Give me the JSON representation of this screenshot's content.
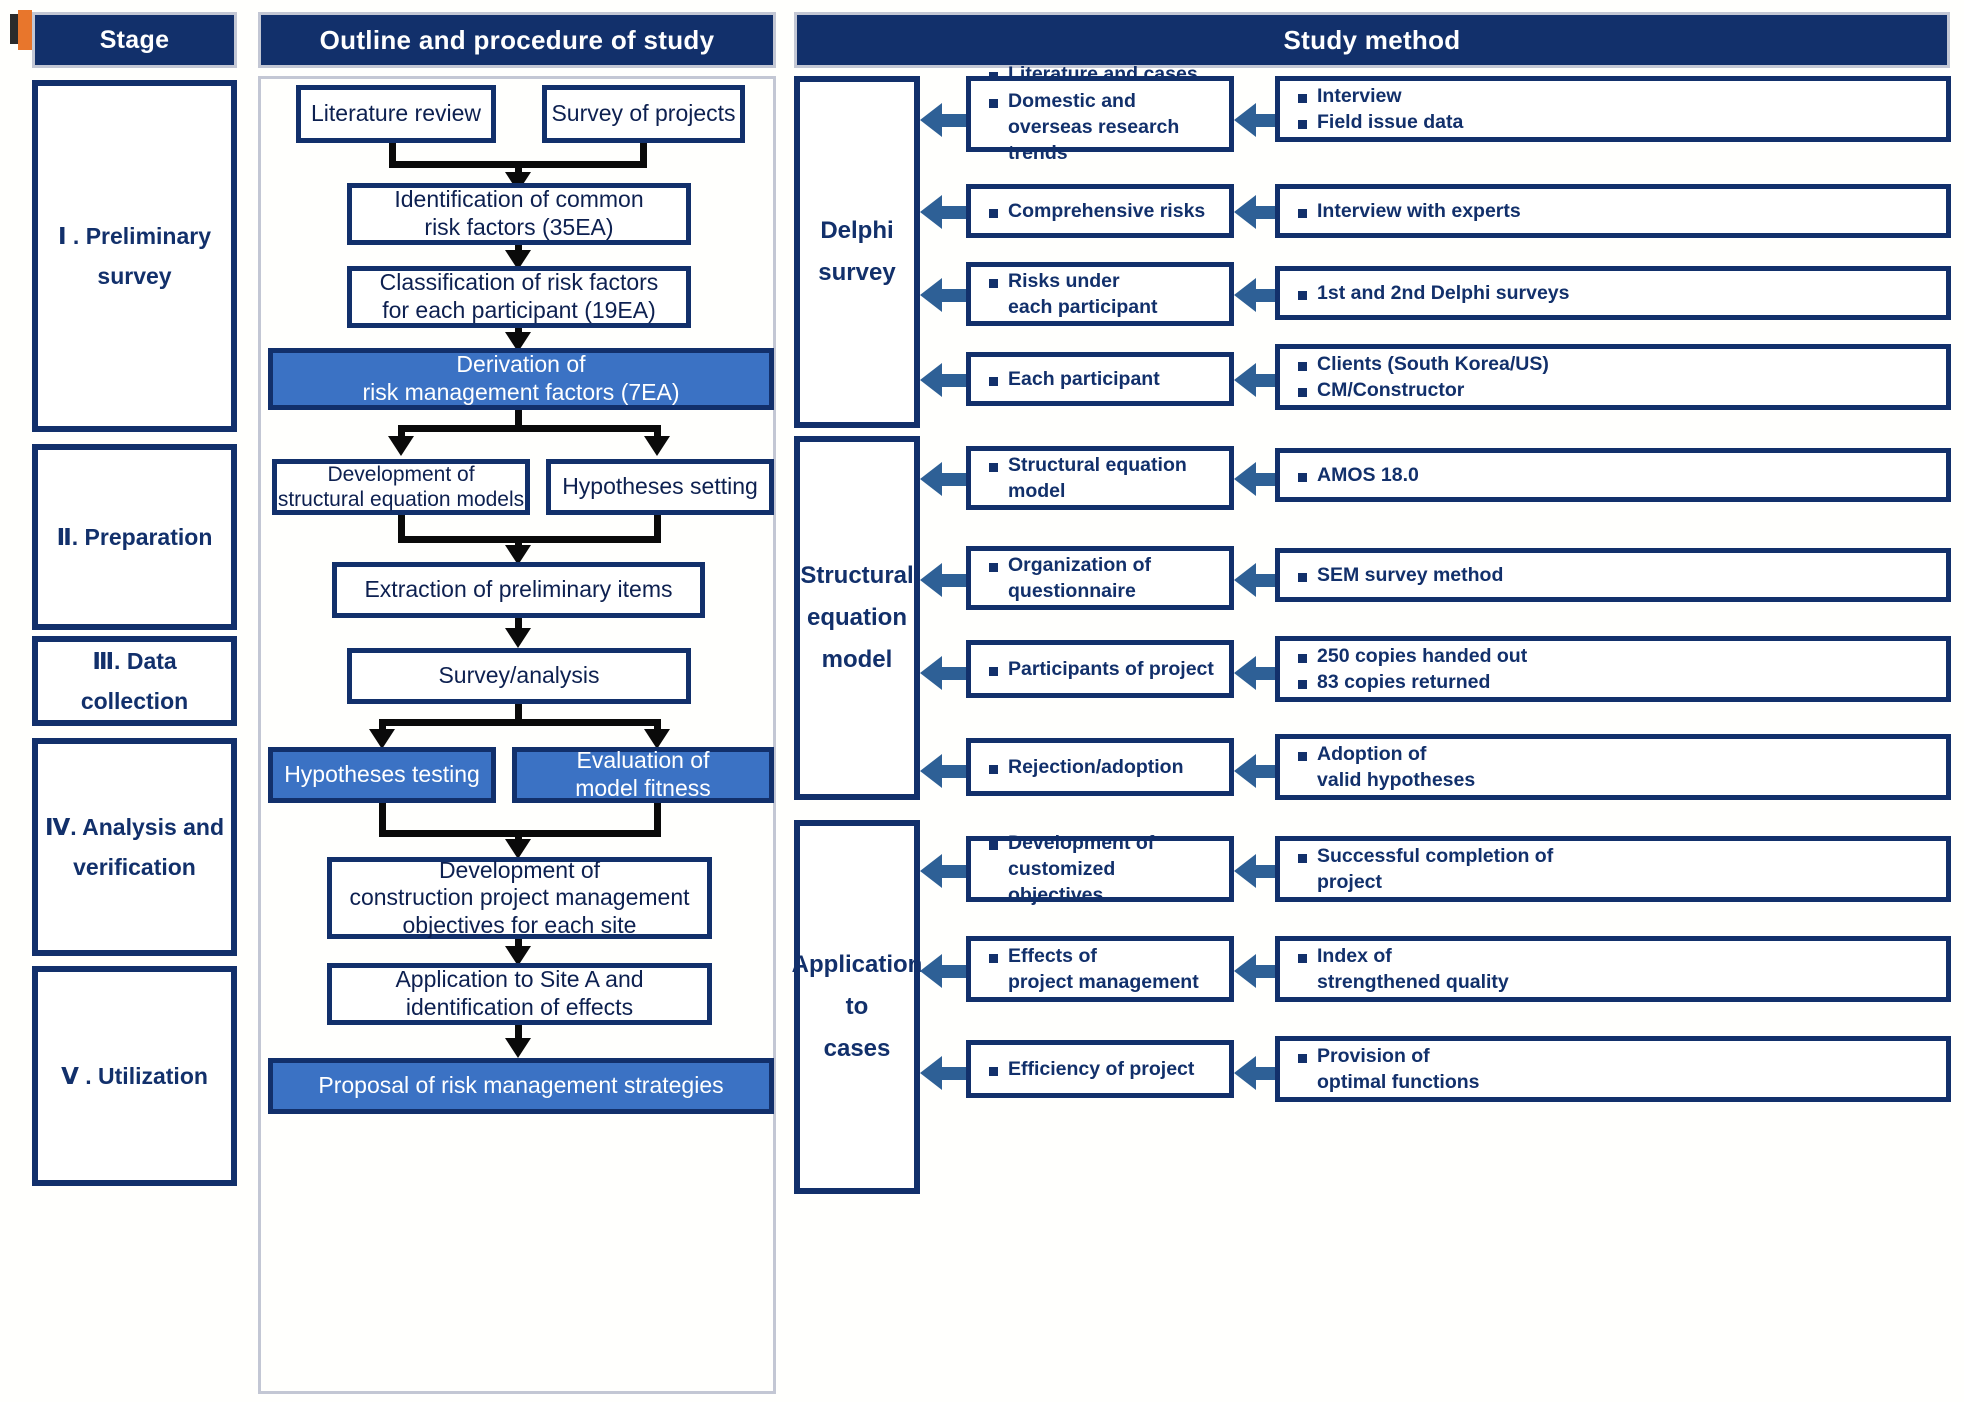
{
  "headers": {
    "stage": "Stage",
    "outline": "Outline and procedure of study",
    "method": "Study method"
  },
  "stages": [
    {
      "label": "Ⅰ . Preliminary\nsurvey"
    },
    {
      "label": "Ⅱ. Preparation"
    },
    {
      "label": "Ⅲ. Data collection"
    },
    {
      "label": "Ⅳ. Analysis and\nverification"
    },
    {
      "label": "Ⅴ . Utilization"
    }
  ],
  "flow": {
    "literature_review": "Literature review",
    "survey_of_projects": "Survey of projects",
    "identification": "Identification of common\nrisk factors (35EA)",
    "classification": "Classification of risk factors\nfor each participant (19EA)",
    "derivation": "Derivation of\nrisk management factors (7EA)",
    "development_sem": "Development of\nstructural equation models",
    "hypotheses_setting": "Hypotheses setting",
    "extraction": "Extraction of preliminary items",
    "survey_analysis": "Survey/analysis",
    "hypotheses_testing": "Hypotheses testing",
    "model_fitness": "Evaluation of\nmodel fitness",
    "development_objectives": "Development of\nconstruction project management\nobjectives for each site",
    "application_site": "Application to Site A and\nidentification of effects",
    "proposal": "Proposal of risk management strategies"
  },
  "methods": {
    "groups": [
      {
        "title": "Delphi\nsurvey"
      },
      {
        "title": "Structural\nequation\nmodel"
      },
      {
        "title": "Application\nto\ncases"
      }
    ],
    "middle": [
      [
        "Literature and cases",
        "Domestic and",
        "overseas research trends"
      ],
      [
        "Comprehensive risks"
      ],
      [
        "Risks under",
        "each participant"
      ],
      [
        "Each participant"
      ],
      [
        "Structural equation",
        "model"
      ],
      [
        "Organization of",
        "questionnaire"
      ],
      [
        "Participants of project"
      ],
      [
        "Rejection/adoption"
      ],
      [
        "Development of",
        "customized objectives"
      ],
      [
        "Effects of",
        "project management"
      ],
      [
        "Efficiency of project"
      ]
    ],
    "right": [
      [
        "Interview",
        "Field issue data"
      ],
      [
        "Interview with experts"
      ],
      [
        "1st and 2nd Delphi surveys"
      ],
      [
        "Clients (South Korea/US)",
        "CM/Constructor"
      ],
      [
        "AMOS 18.0"
      ],
      [
        "SEM survey method"
      ],
      [
        "250 copies handed out",
        "83 copies returned"
      ],
      [
        "Adoption of",
        "valid hypotheses"
      ],
      [
        "Successful completion of",
        "project"
      ],
      [
        "Index of",
        "strengthened quality"
      ],
      [
        "Provision of",
        "optimal functions"
      ]
    ]
  },
  "colors": {
    "navy": "#12306b",
    "highlight_blue": "#3b72c4",
    "arrow_blue": "#2e6096",
    "header_border": "#c3c7d4",
    "connector": "#0a0a0a"
  }
}
